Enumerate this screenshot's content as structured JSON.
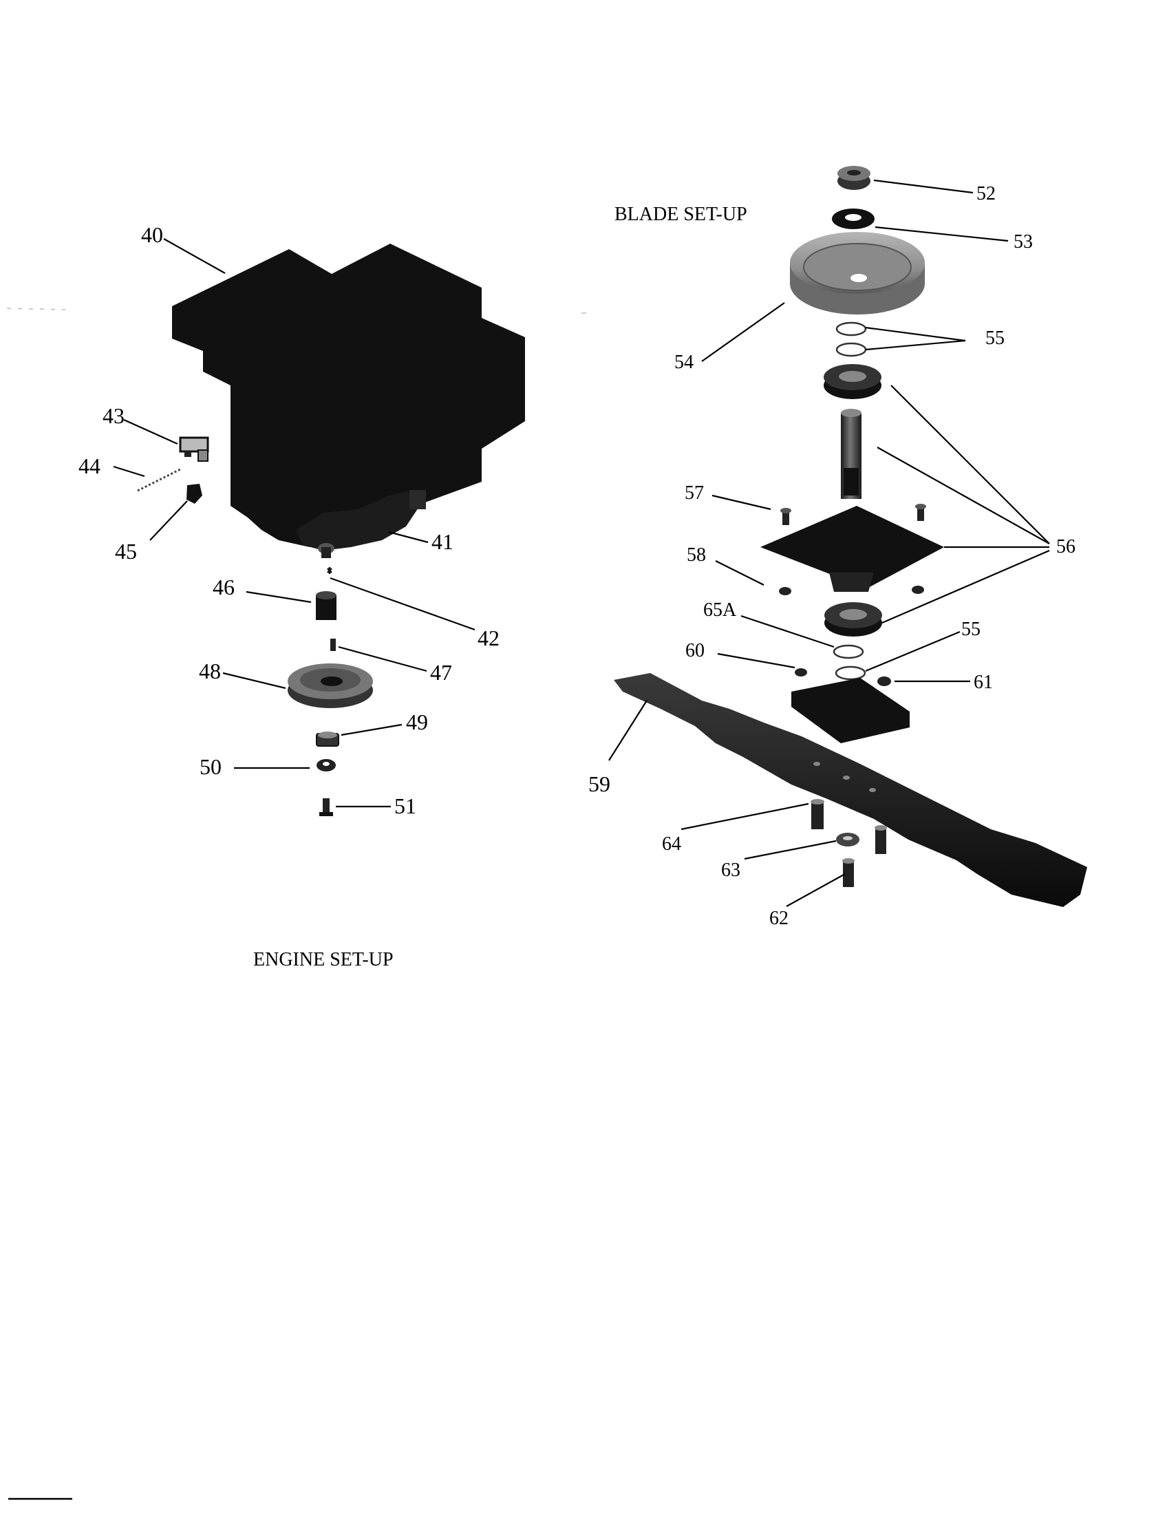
{
  "sections": {
    "blade": "BLADE SET-UP",
    "engine": "ENGINE SET-UP"
  },
  "callouts": {
    "c40": "40",
    "c41": "41",
    "c42": "42",
    "c43": "43",
    "c44": "44",
    "c45": "45",
    "c46": "46",
    "c47": "47",
    "c48": "48",
    "c49": "49",
    "c50": "50",
    "c51": "51",
    "c52": "52",
    "c53": "53",
    "c54": "54",
    "c55a": "55",
    "c55b": "55",
    "c56": "56",
    "c57": "57",
    "c58": "58",
    "c59": "59",
    "c60": "60",
    "c61": "61",
    "c62": "62",
    "c63": "63",
    "c64": "64",
    "c65a": "65A"
  },
  "colors": {
    "ink": "#000000",
    "part_dark": "#111111",
    "part_mid": "#555555",
    "part_light": "#9a9a9a",
    "paper": "#ffffff"
  }
}
